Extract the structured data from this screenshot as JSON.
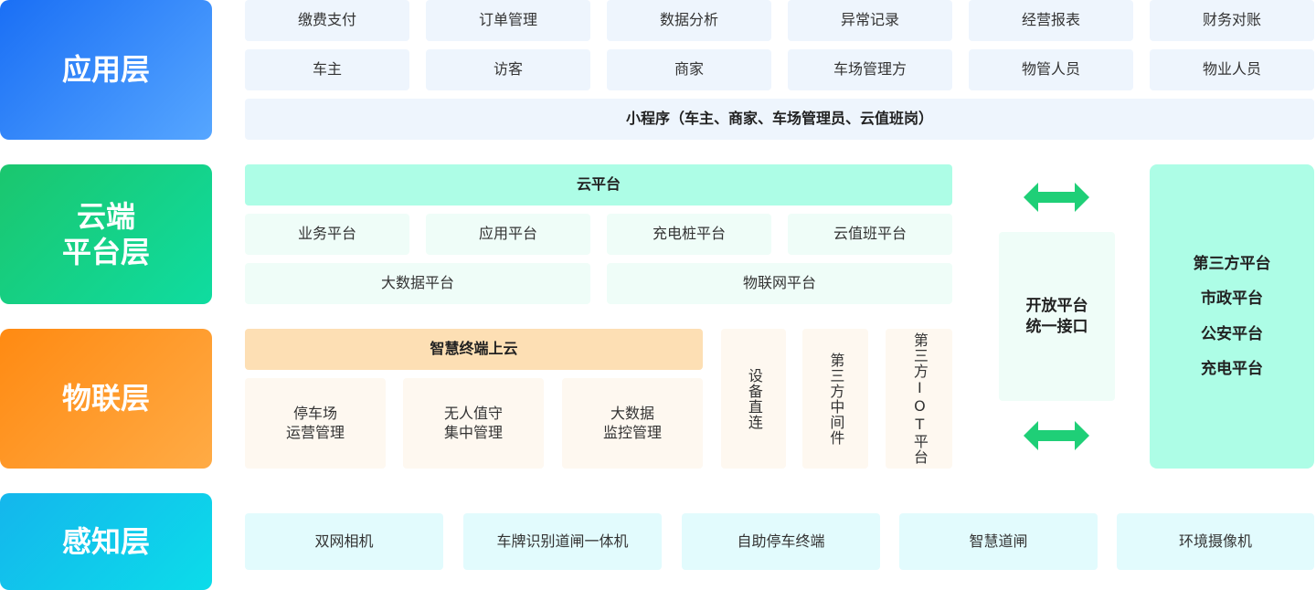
{
  "layers": {
    "app": "应用层",
    "cloud": "云端\n平台层",
    "iot": "物联层",
    "sense": "感知层"
  },
  "app": {
    "row1": [
      "缴费支付",
      "订单管理",
      "数据分析",
      "异常记录",
      "经营报表",
      "财务对账"
    ],
    "row2": [
      "车主",
      "访客",
      "商家",
      "车场管理方",
      "物管人员",
      "物业人员"
    ],
    "mini": "小程序（车主、商家、车场管理员、云值班岗）"
  },
  "cloud": {
    "header": "云平台",
    "row1": [
      "业务平台",
      "应用平台",
      "充电桩平台",
      "云值班平台"
    ],
    "row2": [
      "大数据平台",
      "物联网平台"
    ]
  },
  "iot": {
    "header": "智慧终端上云",
    "boxes": [
      "停车场\n运营管理",
      "无人值守\n集中管理",
      "大数据\n监控管理"
    ],
    "vertical": [
      "设备直连",
      "第三方中间件",
      "第三方IOT平台"
    ]
  },
  "open": "开放平台\n统一接口",
  "third": [
    "第三方平台",
    "市政平台",
    "公安平台",
    "充电平台"
  ],
  "sense": [
    "双网相机",
    "车牌识别道闸一体机",
    "自助停车终端",
    "智慧道闸",
    "环境摄像机"
  ],
  "colors": {
    "app_layer": [
      "#1a6ff5",
      "#56a6ff"
    ],
    "cloud_layer": [
      "#1bc66e",
      "#0fdca0"
    ],
    "iot_layer": [
      "#ff8a12",
      "#ffab45"
    ],
    "sense_layer": [
      "#14b6ec",
      "#0cdcea"
    ],
    "arrow": "#1fcf77"
  }
}
